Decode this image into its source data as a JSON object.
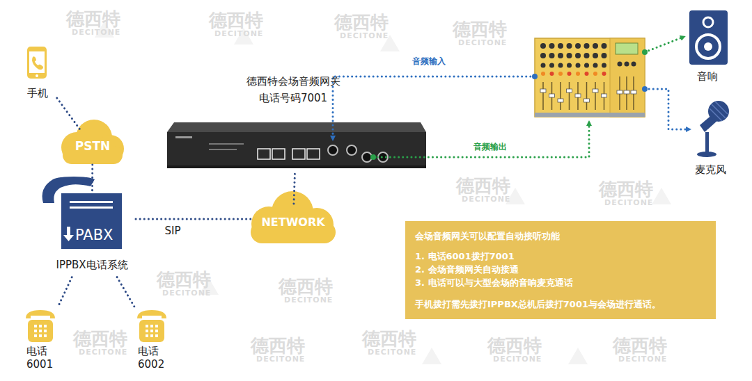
{
  "diagram": {
    "nodes": [
      {
        "text": [
          "手机"
        ]
      },
      {
        "text": [
          "PSTN"
        ]
      },
      {
        "text": [
          "PABX",
          "IPPBX电话系统"
        ]
      },
      {
        "text": [
          "电话 6001"
        ]
      },
      {
        "text": [
          "电话 6002"
        ]
      },
      {
        "text": [
          "NETWORK"
        ]
      },
      {
        "text": [
          "德西特会场音频网关 电话号码7001"
        ]
      },
      {
        "text": [
          "音响"
        ]
      },
      {
        "text": [
          "麦克风"
        ]
      },
      {
        "text": [
          "会场音频网关可以配置自动接听功能",
          "1. 电话6001拨打7001",
          "2. 会场音频网关自动接通",
          "3. 电话可以与大型会场的音响麦克通话",
          "手机拨打需先拨打IPPBX总机后拨打7001与会场进行通话。"
        ]
      }
    ],
    "edges": [
      {
        "from": 0,
        "to": 1,
        "arrow": "none"
      },
      {
        "from": 1,
        "to": 2,
        "arrow": "none"
      },
      {
        "from": 2,
        "to": 5,
        "label": "SIP",
        "arrow": "none"
      },
      {
        "from": 5,
        "to": 6,
        "arrow": "none"
      },
      {
        "from": 2,
        "to": 3,
        "arrow": "none"
      },
      {
        "from": 2,
        "to": 4,
        "arrow": "none"
      }
    ],
    "labels": [
      "音频输入",
      "音频输出",
      "德西特",
      "DECITONE",
      "德西特",
      "DECITONE",
      "德西特",
      "DECITONE",
      "德西特",
      "DECITONE",
      "德西特",
      "DECITONE",
      "德西特",
      "DECITONE",
      "德西特",
      "DECITONE",
      "德西特",
      "DECITONE",
      "德西特",
      "DECITONE",
      "德西特",
      "DECITONE",
      "德西特",
      "DECITONE",
      "德西特",
      "DECITONE",
      "德西特",
      "DECITONE"
    ]
  }
}
